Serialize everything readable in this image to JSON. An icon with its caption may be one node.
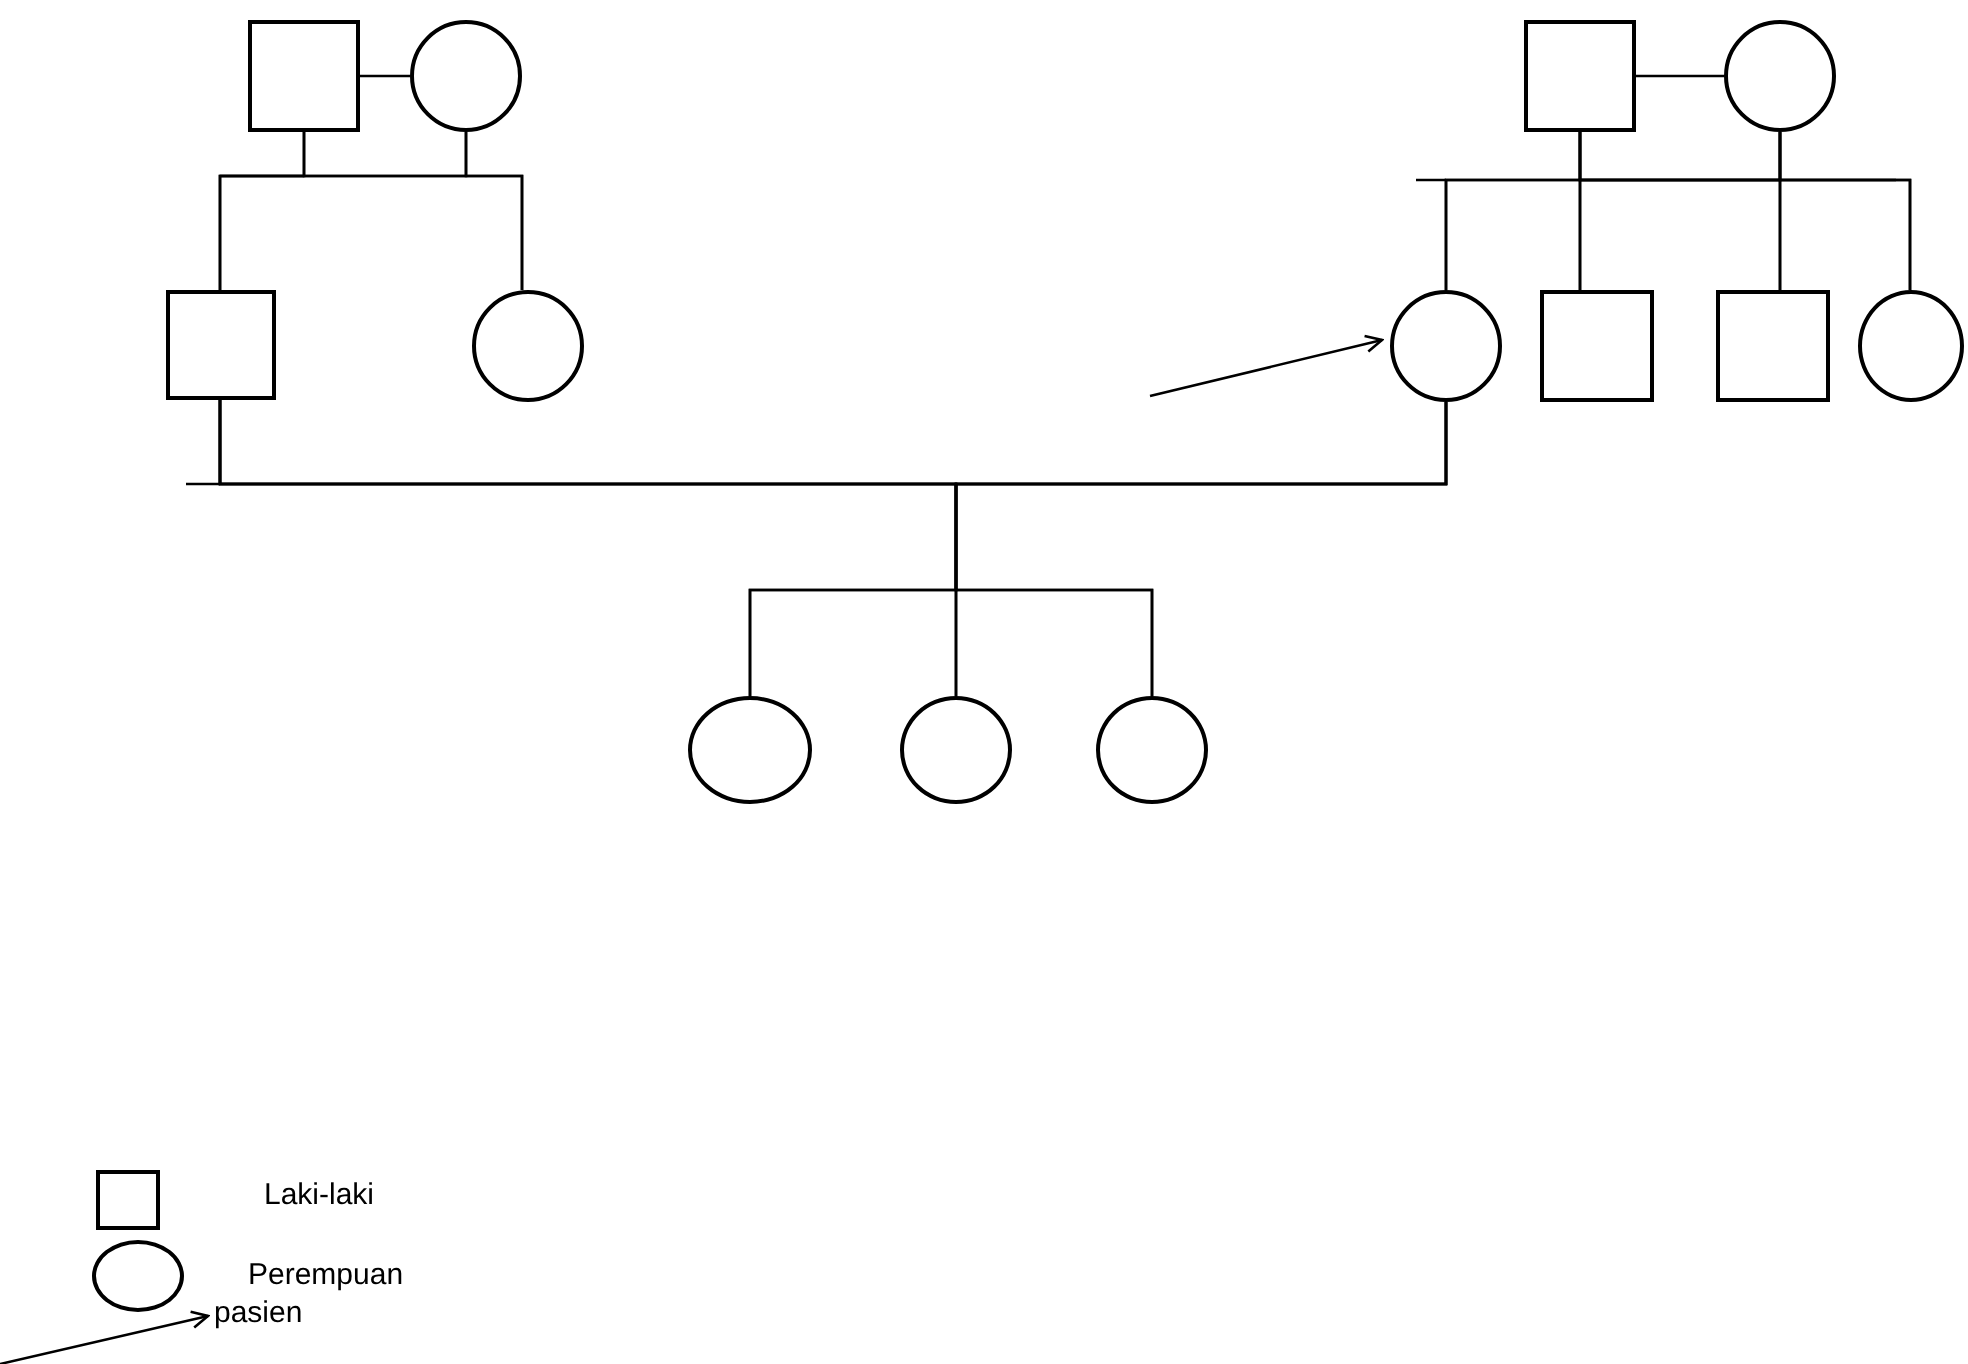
{
  "diagram": {
    "nodes": [
      {
        "text": [],
        "shape": "box"
      },
      {
        "text": [],
        "shape": "circle"
      },
      {
        "text": [],
        "shape": "box"
      },
      {
        "text": [],
        "shape": "circle"
      },
      {
        "text": [],
        "shape": "box"
      },
      {
        "text": [],
        "shape": "circle"
      },
      {
        "text": [],
        "shape": "circle"
      },
      {
        "text": [],
        "shape": "box"
      },
      {
        "text": [],
        "shape": "box"
      },
      {
        "text": [],
        "shape": "circle"
      },
      {
        "text": [],
        "shape": "circle"
      },
      {
        "text": [],
        "shape": "circle"
      },
      {
        "text": [],
        "shape": "circle"
      }
    ],
    "edges": [
      {
        "from": 0,
        "to": 1,
        "arrow": "none"
      },
      {
        "from": 0,
        "to": 2,
        "arrow": "none"
      },
      {
        "from": 0,
        "to": 3,
        "arrow": "none"
      },
      {
        "from": 1,
        "to": 2,
        "arrow": "none"
      },
      {
        "from": 1,
        "to": 3,
        "arrow": "none"
      },
      {
        "from": 4,
        "to": 5,
        "arrow": "none"
      },
      {
        "from": 4,
        "to": 6,
        "arrow": "none"
      },
      {
        "from": 4,
        "to": 7,
        "arrow": "none"
      },
      {
        "from": 4,
        "to": 8,
        "arrow": "none"
      },
      {
        "from": 4,
        "to": 9,
        "arrow": "none"
      },
      {
        "from": 5,
        "to": 6,
        "arrow": "none"
      },
      {
        "from": 5,
        "to": 7,
        "arrow": "none"
      },
      {
        "from": 5,
        "to": 8,
        "arrow": "none"
      },
      {
        "from": 5,
        "to": 9,
        "arrow": "none"
      },
      {
        "from": 2,
        "to": 6,
        "arrow": "none"
      },
      {
        "from": 2,
        "to": 10,
        "arrow": "none"
      },
      {
        "from": 2,
        "to": 11,
        "arrow": "none"
      },
      {
        "from": 2,
        "to": 12,
        "arrow": "none"
      },
      {
        "from": 6,
        "to": 10,
        "arrow": "none"
      },
      {
        "from": 6,
        "to": 11,
        "arrow": "none"
      },
      {
        "from": 6,
        "to": 12,
        "arrow": "none"
      },
      {
        "from": null,
        "to": 6,
        "arrow": "to"
      }
    ],
    "legend": [
      {
        "text": "Laki-laki"
      },
      {
        "text": "Perempuan"
      },
      {
        "text": "pasien"
      }
    ]
  }
}
